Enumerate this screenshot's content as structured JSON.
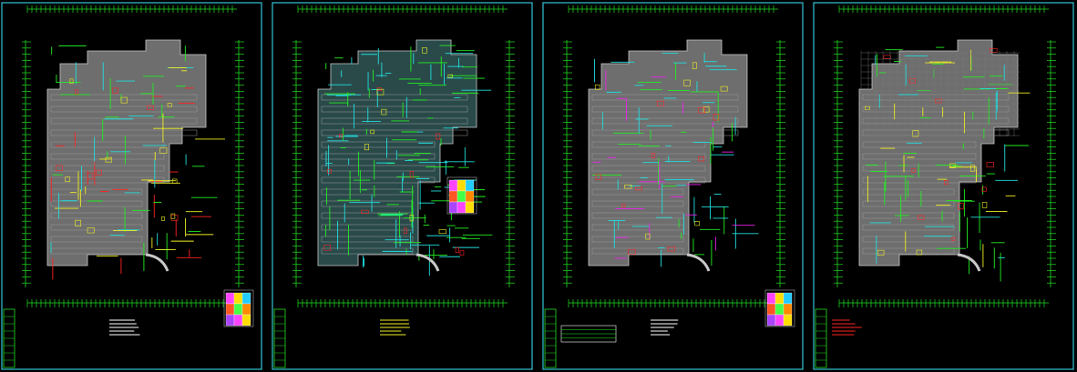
{
  "colors": {
    "background": "#000000",
    "frame": "#33c3d6",
    "dimension": "#22dd22",
    "building_fill": "#6e6e6e",
    "building_edge": "#c8c8c8",
    "pipe_green": "#22ee22",
    "pipe_cyan": "#22dddd",
    "pipe_red": "#ff2222",
    "pipe_yellow": "#eeee22",
    "pipe_magenta": "#ee22ee",
    "text_white": "#ffffff"
  },
  "sheets": [
    {
      "style": "mixed",
      "key_plan": true,
      "legend": "notes"
    },
    {
      "style": "green-cyan",
      "key_plan": true,
      "legend": "yellow-notes"
    },
    {
      "style": "cyan",
      "key_plan": true,
      "legend": "table"
    },
    {
      "style": "grid",
      "key_plan": false,
      "legend": "red-notes"
    }
  ]
}
